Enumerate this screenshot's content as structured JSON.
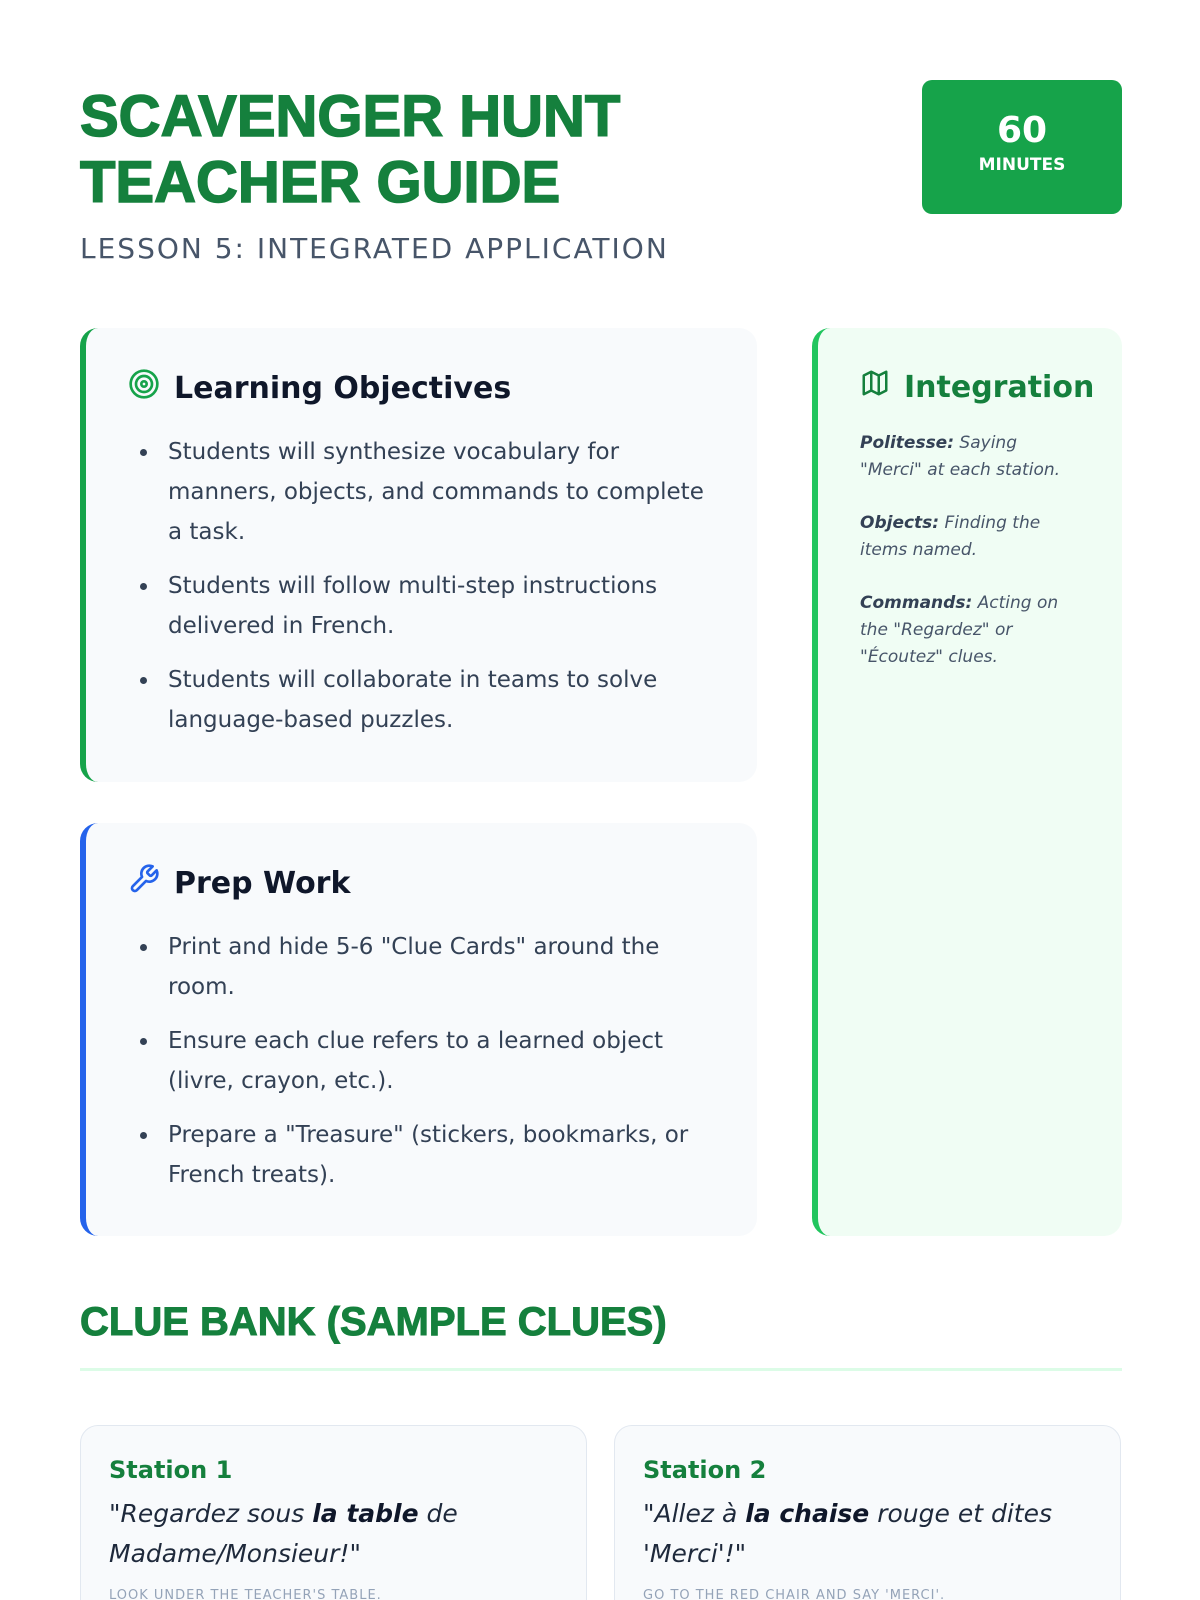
{
  "header": {
    "title_line1": "SCAVENGER HUNT",
    "title_line2": "TEACHER GUIDE",
    "subtitle": "LESSON 5: INTEGRATED APPLICATION",
    "duration": "60",
    "duration_unit": "MINUTES"
  },
  "objectives": {
    "title": "Learning Objectives",
    "icon": "target-icon",
    "items": [
      "Students will synthesize vocabulary for manners, objects, and commands to complete a task.",
      "Students will follow multi-step instructions delivered in French.",
      "Students will collaborate in teams to solve language-based puzzles."
    ]
  },
  "prep": {
    "title": "Prep Work",
    "icon": "wrench-icon",
    "items": [
      "Print and hide 5-6 \"Clue Cards\" around the room.",
      "Ensure each clue refers to a learned object (livre, crayon, etc.).",
      "Prepare a \"Treasure\" (stickers, bookmarks, or French treats)."
    ]
  },
  "integration": {
    "title": "Integration",
    "icon": "map-icon",
    "items": [
      {
        "label": "Politesse:",
        "text": "Saying \"Merci\" at each station."
      },
      {
        "label": "Objects:",
        "text": "Finding the items named."
      },
      {
        "label": "Commands:",
        "text": "Acting on the \"Regardez\" or \"Écoutez\" clues."
      }
    ]
  },
  "clue_bank": {
    "title": "CLUE BANK (SAMPLE CLUES)",
    "stations": [
      {
        "title": "Station 1",
        "pre": "\"Regardez sous ",
        "bold": "la table",
        "post": " de Madame/Monsieur!\"",
        "translation": "LOOK UNDER THE TEACHER'S TABLE."
      },
      {
        "title": "Station 2",
        "pre": "\"Allez à ",
        "bold": "la chaise",
        "post": " rouge et dites 'Merci'!\"",
        "translation": "GO TO THE RED CHAIR AND SAY 'MERCI'."
      }
    ]
  },
  "colors": {
    "primary": "#15803d",
    "badge": "#16a34a",
    "prep_accent": "#2563eb",
    "integration_bg": "#f0fdf4"
  }
}
